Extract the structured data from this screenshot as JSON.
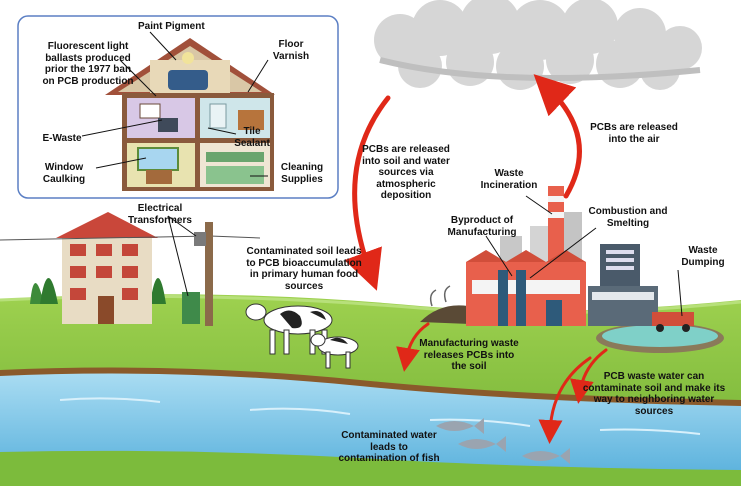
{
  "house_labels": {
    "paint_pigment": "Paint Pigment",
    "fluorescent": "Fluorescent light\nballasts produced\nprior the 1977 ban\non PCB production",
    "floor_varnish": "Floor\nVarnish",
    "tile_sealant": "Tile\nSealant",
    "e_waste": "E-Waste",
    "window_caulking": "Window\nCaulking",
    "cleaning_supplies": "Cleaning\nSupplies"
  },
  "process_labels": {
    "electrical_transformers": "Electrical\nTransformers",
    "contaminated_soil": "Contaminated soil leads\nto PCB bioaccumulation\nin primary human food\nsources",
    "released_soil_water": "PCBs are released\ninto soil and water\nsources via\natmospheric\ndeposition",
    "released_air": "PCBs are released\ninto the air",
    "waste_incineration": "Waste\nIncineration",
    "byproduct": "Byproduct of\nManufacturing",
    "combustion": "Combustion and\nSmelting",
    "waste_dumping": "Waste\nDumping",
    "manufacturing_waste": "Manufacturing waste\nreleases PCBs into\nthe soil",
    "pcb_waste_water": "PCB waste water can\ncontaminate soil and make its\nway to neighboring water\nsources",
    "contaminated_water": "Contaminated water\nleads to\ncontamination of fish"
  },
  "colors": {
    "arrow": "#e02818",
    "grass": "#8cc63f",
    "water": "#7cc6e8",
    "factory": "#e8604c",
    "box_border": "#5b7fc4"
  }
}
